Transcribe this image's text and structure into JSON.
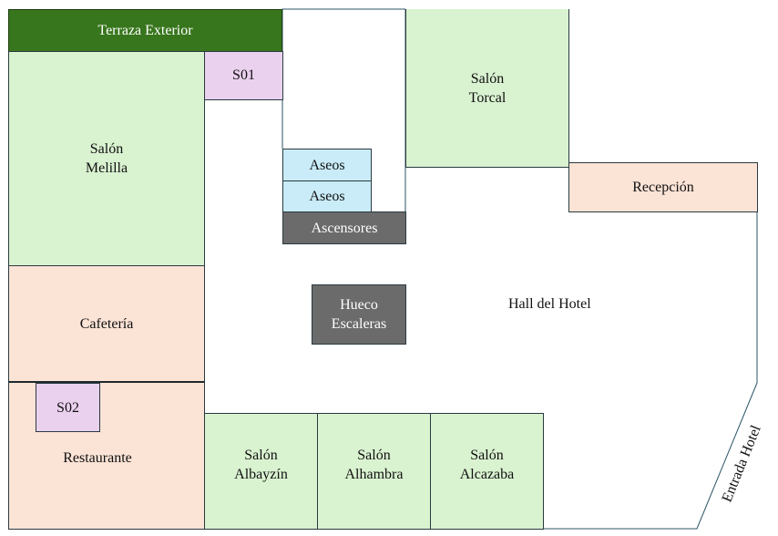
{
  "rooms": {
    "terraza": {
      "line1": "Terraza Exterior"
    },
    "s01": {
      "line1": "S01"
    },
    "melilla": {
      "line1": "Salón",
      "line2": "Melilla"
    },
    "cafeteria": {
      "line1": "Cafetería"
    },
    "restaurante": {
      "line1": "Restaurante"
    },
    "s02": {
      "line1": "S02"
    },
    "aseos1": {
      "line1": "Aseos"
    },
    "aseos2": {
      "line1": "Aseos"
    },
    "ascensores": {
      "line1": "Ascensores"
    },
    "hueco": {
      "line1": "Hueco",
      "line2": "Escaleras"
    },
    "torcal": {
      "line1": "Salón",
      "line2": "Torcal"
    },
    "recepcion": {
      "line1": "Recepción"
    },
    "albayzin": {
      "line1": "Salón",
      "line2": "Albayzín"
    },
    "alhambra": {
      "line1": "Salón",
      "line2": "Alhambra"
    },
    "alcazaba": {
      "line1": "Salón",
      "line2": "Alcazaba"
    }
  },
  "hall_label": "Hall del Hotel",
  "entrance_label": "Entrada Hotel",
  "colors": {
    "salon": "#d9f2d0",
    "food": "#fbe3d6",
    "small_room": "#ead1ee",
    "aseos": "#c9ecf8",
    "service": "#6b6b6b",
    "terrace": "#38761d"
  }
}
